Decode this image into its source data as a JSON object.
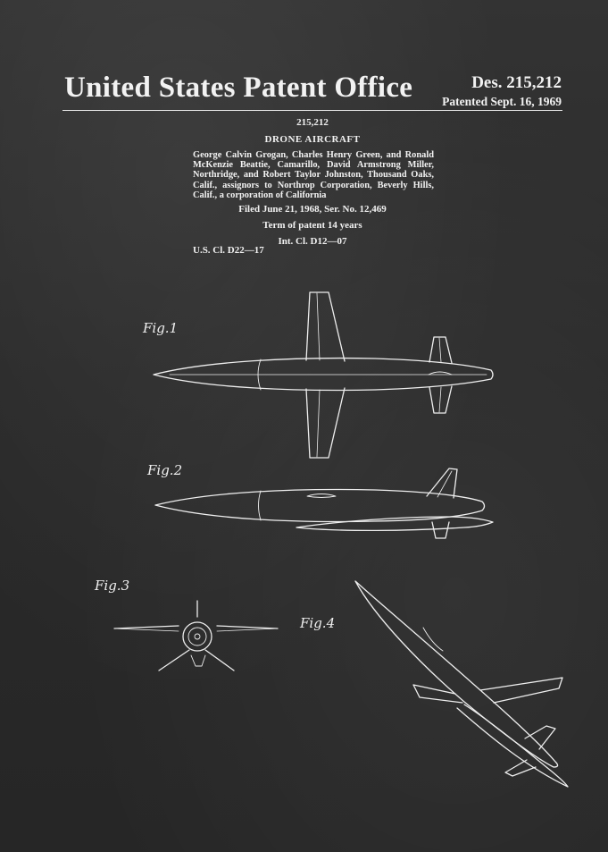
{
  "header": {
    "office_title": "United States Patent Office",
    "design_number": "Des. 215,212",
    "patented": "Patented Sept. 16, 1969"
  },
  "patent": {
    "number": "215,212",
    "title": "DRONE AIRCRAFT",
    "inventors": "George Calvin Grogan, Charles Henry Green, and Ronald McKenzie Beattie, Camarillo, David Armstrong Miller, Northridge, and Robert Taylor Johnston, Thousand Oaks, Calif., assignors to Northrop Corporation, Beverly Hills, Calif., a corporation of California",
    "filed": "Filed June 21, 1968, Ser. No. 12,469",
    "term": "Term of patent 14 years",
    "int_cl": "Int. Cl. D12—07",
    "us_cl": "U.S. Cl. D22—17"
  },
  "figures": [
    {
      "label": "Fig.1",
      "view": "top"
    },
    {
      "label": "Fig.2",
      "view": "side"
    },
    {
      "label": "Fig.3",
      "view": "front"
    },
    {
      "label": "Fig.4",
      "view": "perspective"
    }
  ],
  "colors": {
    "background": "#2b2b2b",
    "ink": "#f2f2f2"
  }
}
